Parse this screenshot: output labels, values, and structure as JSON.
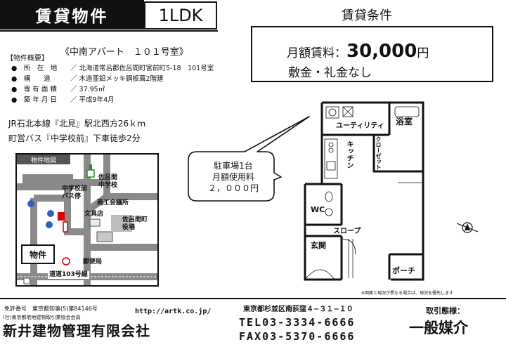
{
  "header": {
    "title": "賃貸物件",
    "layout": "1LDK"
  },
  "conditions": {
    "title": "賃貸条件",
    "rent_label": "月額賃料：",
    "rent_value": "30,000",
    "rent_unit": "円",
    "deposit": "敷金・礼金なし"
  },
  "property": {
    "name": "《中南アパート　１０１号室》",
    "summary_label": "【物件概要】",
    "rows": [
      {
        "key": "●　所　在　地",
        "value": "／ 北海道常呂郡佐呂間町宮前町5-18　101号室"
      },
      {
        "key": "●　構　　造",
        "value": "／ 木造亜鉛メッキ鋼板葺2階建"
      },
      {
        "key": "●　専 有 面 積",
        "value": "／ 37.95㎡"
      },
      {
        "key": "●　築 年 月 日",
        "value": "／ 平成9年4月"
      }
    ],
    "access": [
      "JR石北本線『北見』駅北西方26ｋｍ",
      "町営バス『中学校前』下車徒歩2分"
    ]
  },
  "map": {
    "title": "物件地図",
    "labels": {
      "school": "佐呂間\n中学校",
      "bus_stop": "中学校前\nバス停",
      "stationery": "文具店",
      "community_hall": "商工会議所",
      "town_office": "佐呂間町\n役場",
      "post_office": "郵便局",
      "road": "道道103号線",
      "property": "物件"
    }
  },
  "parking": {
    "line1": "駐車場1台",
    "line2": "月額使用料",
    "line3": "２，０００円"
  },
  "floorplan": {
    "utility": "ユーティリティ",
    "bath": "浴室",
    "kitchen": "キッチン",
    "closet": "クローゼット",
    "wc": "WC",
    "slope": "スロープ",
    "entrance": "玄関",
    "porch": "ポーチ",
    "note": "※図面と現況が異なる場合は、現況を優先します"
  },
  "footer": {
    "license": "免許番号　東京都知事(5)第84146号",
    "association": "(社)東京都宅地建物取引業協会会員",
    "company": "新井建物管理有限会社",
    "url": "http://artk.co.jp/",
    "address": "東京都杉並区南荻窪４−３１−１０",
    "tel": "TEL03-3334-6666",
    "fax": "FAX03-5370-6666",
    "deal_label": "取引態様：",
    "deal": "一般媒介"
  },
  "colors": {
    "black": "#111111",
    "map_building": "#8a8a8a",
    "property_marker": "#e00000"
  }
}
